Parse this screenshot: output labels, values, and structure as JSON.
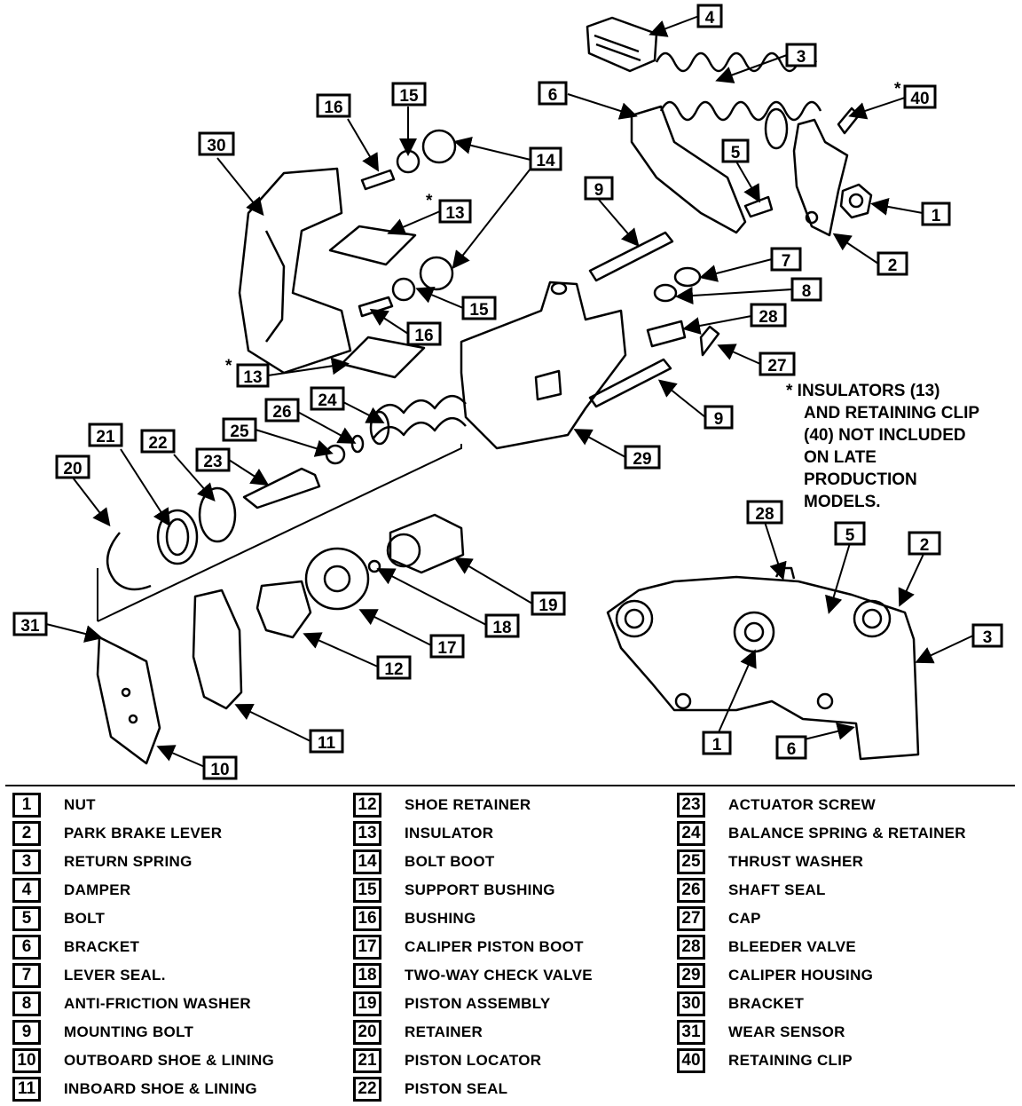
{
  "note": {
    "lines": [
      "* INSULATORS (13)",
      "AND RETAINING CLIP",
      "(40) NOT INCLUDED",
      "ON LATE",
      "PRODUCTION",
      "MODELS."
    ]
  },
  "callouts": {
    "c1": "1",
    "c2": "2",
    "c3": "3",
    "c4": "4",
    "c5": "5",
    "c6": "6",
    "c7": "7",
    "c8": "8",
    "c9": "9",
    "c10": "10",
    "c11": "11",
    "c12": "12",
    "c13": "13",
    "c14": "14",
    "c15": "15",
    "c16": "16",
    "c17": "17",
    "c18": "18",
    "c19": "19",
    "c20": "20",
    "c21": "21",
    "c22": "22",
    "c23": "23",
    "c24": "24",
    "c25": "25",
    "c26": "26",
    "c27": "27",
    "c28": "28",
    "c29": "29",
    "c30": "30",
    "c31": "31",
    "c40": "40",
    "star": "*"
  },
  "legend": {
    "col1": [
      {
        "num": "1",
        "label": "NUT"
      },
      {
        "num": "2",
        "label": "PARK BRAKE LEVER"
      },
      {
        "num": "3",
        "label": "RETURN SPRING"
      },
      {
        "num": "4",
        "label": "DAMPER"
      },
      {
        "num": "5",
        "label": "BOLT"
      },
      {
        "num": "6",
        "label": "BRACKET"
      },
      {
        "num": "7",
        "label": "LEVER SEAL."
      },
      {
        "num": "8",
        "label": "ANTI-FRICTION WASHER"
      },
      {
        "num": "9",
        "label": "MOUNTING BOLT"
      },
      {
        "num": "10",
        "label": "OUTBOARD SHOE & LINING"
      },
      {
        "num": "11",
        "label": "INBOARD SHOE & LINING"
      }
    ],
    "col2": [
      {
        "num": "12",
        "label": "SHOE RETAINER"
      },
      {
        "num": "13",
        "label": "INSULATOR"
      },
      {
        "num": "14",
        "label": "BOLT BOOT"
      },
      {
        "num": "15",
        "label": "SUPPORT BUSHING"
      },
      {
        "num": "16",
        "label": "BUSHING"
      },
      {
        "num": "17",
        "label": "CALIPER PISTON BOOT"
      },
      {
        "num": "18",
        "label": "TWO-WAY CHECK VALVE"
      },
      {
        "num": "19",
        "label": "PISTON ASSEMBLY"
      },
      {
        "num": "20",
        "label": "RETAINER"
      },
      {
        "num": "21",
        "label": "PISTON LOCATOR"
      },
      {
        "num": "22",
        "label": "PISTON SEAL"
      }
    ],
    "col3": [
      {
        "num": "23",
        "label": "ACTUATOR SCREW"
      },
      {
        "num": "24",
        "label": "BALANCE SPRING & RETAINER"
      },
      {
        "num": "25",
        "label": "THRUST WASHER"
      },
      {
        "num": "26",
        "label": "SHAFT SEAL"
      },
      {
        "num": "27",
        "label": "CAP"
      },
      {
        "num": "28",
        "label": "BLEEDER VALVE"
      },
      {
        "num": "29",
        "label": "CALIPER HOUSING"
      },
      {
        "num": "30",
        "label": "BRACKET"
      },
      {
        "num": "31",
        "label": "WEAR SENSOR"
      },
      {
        "num": "40",
        "label": "RETAINING CLIP"
      }
    ]
  }
}
